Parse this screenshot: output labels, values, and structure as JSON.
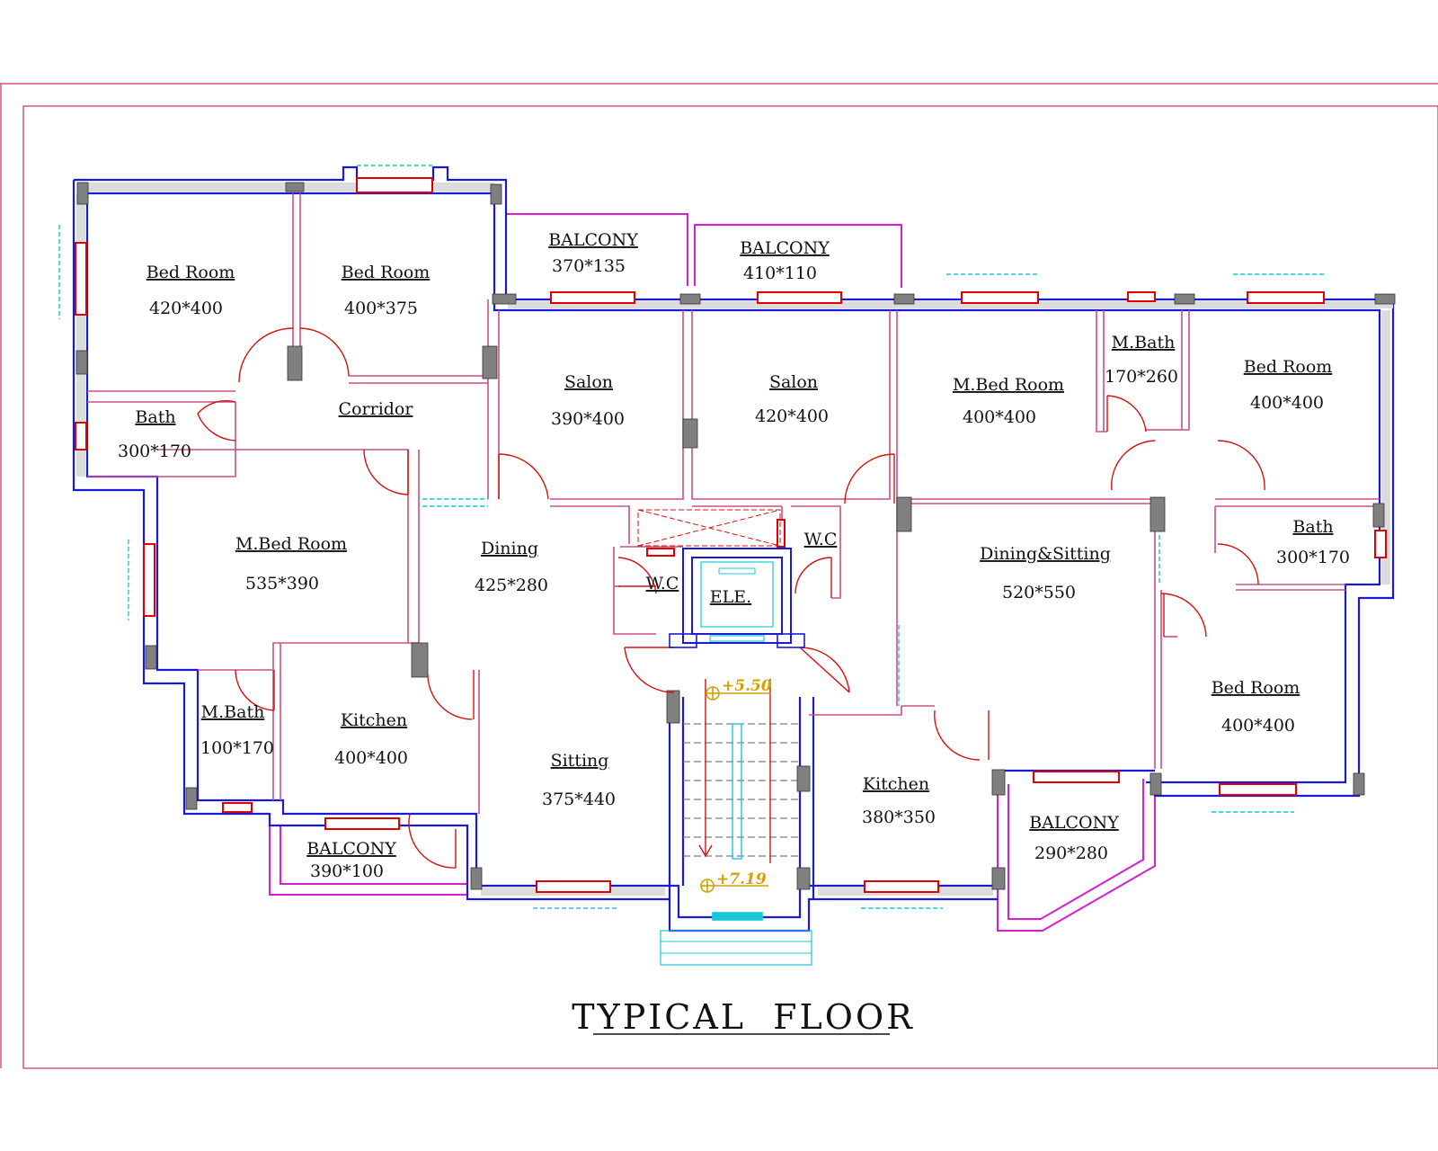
{
  "title": "TYPICAL  FLOOR",
  "levels": {
    "upper": "+5.50",
    "lower": "+7.19"
  },
  "colors": {
    "wall": "#1a1ad6",
    "partition": "#c8508a",
    "balcony": "#d81fd0",
    "door": "#d81010",
    "window": "#e00000",
    "column": "#808080",
    "glass": "#19c8d8",
    "level": "#d4a000",
    "frame": "#c8306a"
  },
  "rooms": [
    {
      "name": "Bed  Room",
      "size": "420*400"
    },
    {
      "name": "Bed  Room",
      "size": "400*375"
    },
    {
      "name": "Bath",
      "size": "300*170"
    },
    {
      "name": "Corridor",
      "size": ""
    },
    {
      "name": "M.Bed  Room",
      "size": "535*390"
    },
    {
      "name": "M.Bath",
      "size": "100*170"
    },
    {
      "name": "Kitchen",
      "size": "400*400"
    },
    {
      "name": "BALCONY",
      "size": "390*100"
    },
    {
      "name": "BALCONY",
      "size": "370*135"
    },
    {
      "name": "BALCONY",
      "size": "410*110"
    },
    {
      "name": "Salon",
      "size": "390*400"
    },
    {
      "name": "Salon",
      "size": "420*400"
    },
    {
      "name": "Dining",
      "size": "425*280"
    },
    {
      "name": "Sitting",
      "size": "375*440"
    },
    {
      "name": "W.C",
      "size": ""
    },
    {
      "name": "W.C",
      "size": ""
    },
    {
      "name": "ELE.",
      "size": ""
    },
    {
      "name": "M.Bed  Room",
      "size": "400*400"
    },
    {
      "name": "M.Bath",
      "size": "170*260"
    },
    {
      "name": "Bed  Room",
      "size": "400*400"
    },
    {
      "name": "Bath",
      "size": "300*170"
    },
    {
      "name": "Dining&Sitting",
      "size": "520*550"
    },
    {
      "name": "Bed  Room",
      "size": "400*400"
    },
    {
      "name": "Kitchen",
      "size": "380*350"
    },
    {
      "name": "BALCONY",
      "size": "290*280"
    }
  ]
}
